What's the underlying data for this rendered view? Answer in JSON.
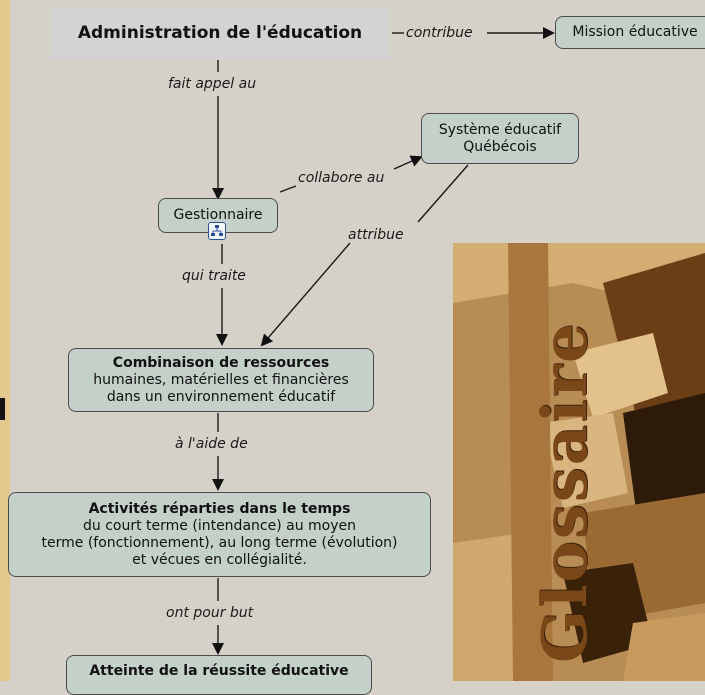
{
  "nodes": {
    "administration": "Administration de l'éducation",
    "mission": "Mission éducative",
    "systeme": {
      "line1": "Système éducatif",
      "line2": "Québécois"
    },
    "gestionnaire": "Gestionnaire",
    "combinaison": {
      "title": "Combinaison de ressources",
      "line1": "humaines, matérielles et financières",
      "line2": "dans un environnement éducatif"
    },
    "activites": {
      "title": "Activités réparties dans le temps",
      "line1": "du court terme (intendance) au moyen",
      "line2": "terme (fonctionnement), au long terme (évolution)",
      "line3": "et vécues en collégialité."
    },
    "atteinte": "Atteinte de la réussite éducative"
  },
  "links": {
    "contribue": "contribue",
    "fait_appel_au": "fait appel au",
    "collabore_au": "collabore au",
    "attribue": "attribue",
    "qui_traite": "qui traite",
    "a_l_aide_de": "à l'aide de",
    "ont_pour_but": "ont pour but"
  },
  "image": {
    "word": "Glossaire",
    "description": "photo of wooden printing letters"
  },
  "colors": {
    "background": "#d5d1c8",
    "node_fill": "#c3d1c8",
    "root_fill": "#d3d3d3",
    "node_border": "#4c4c4c",
    "left_strip": "#e4c98e"
  }
}
